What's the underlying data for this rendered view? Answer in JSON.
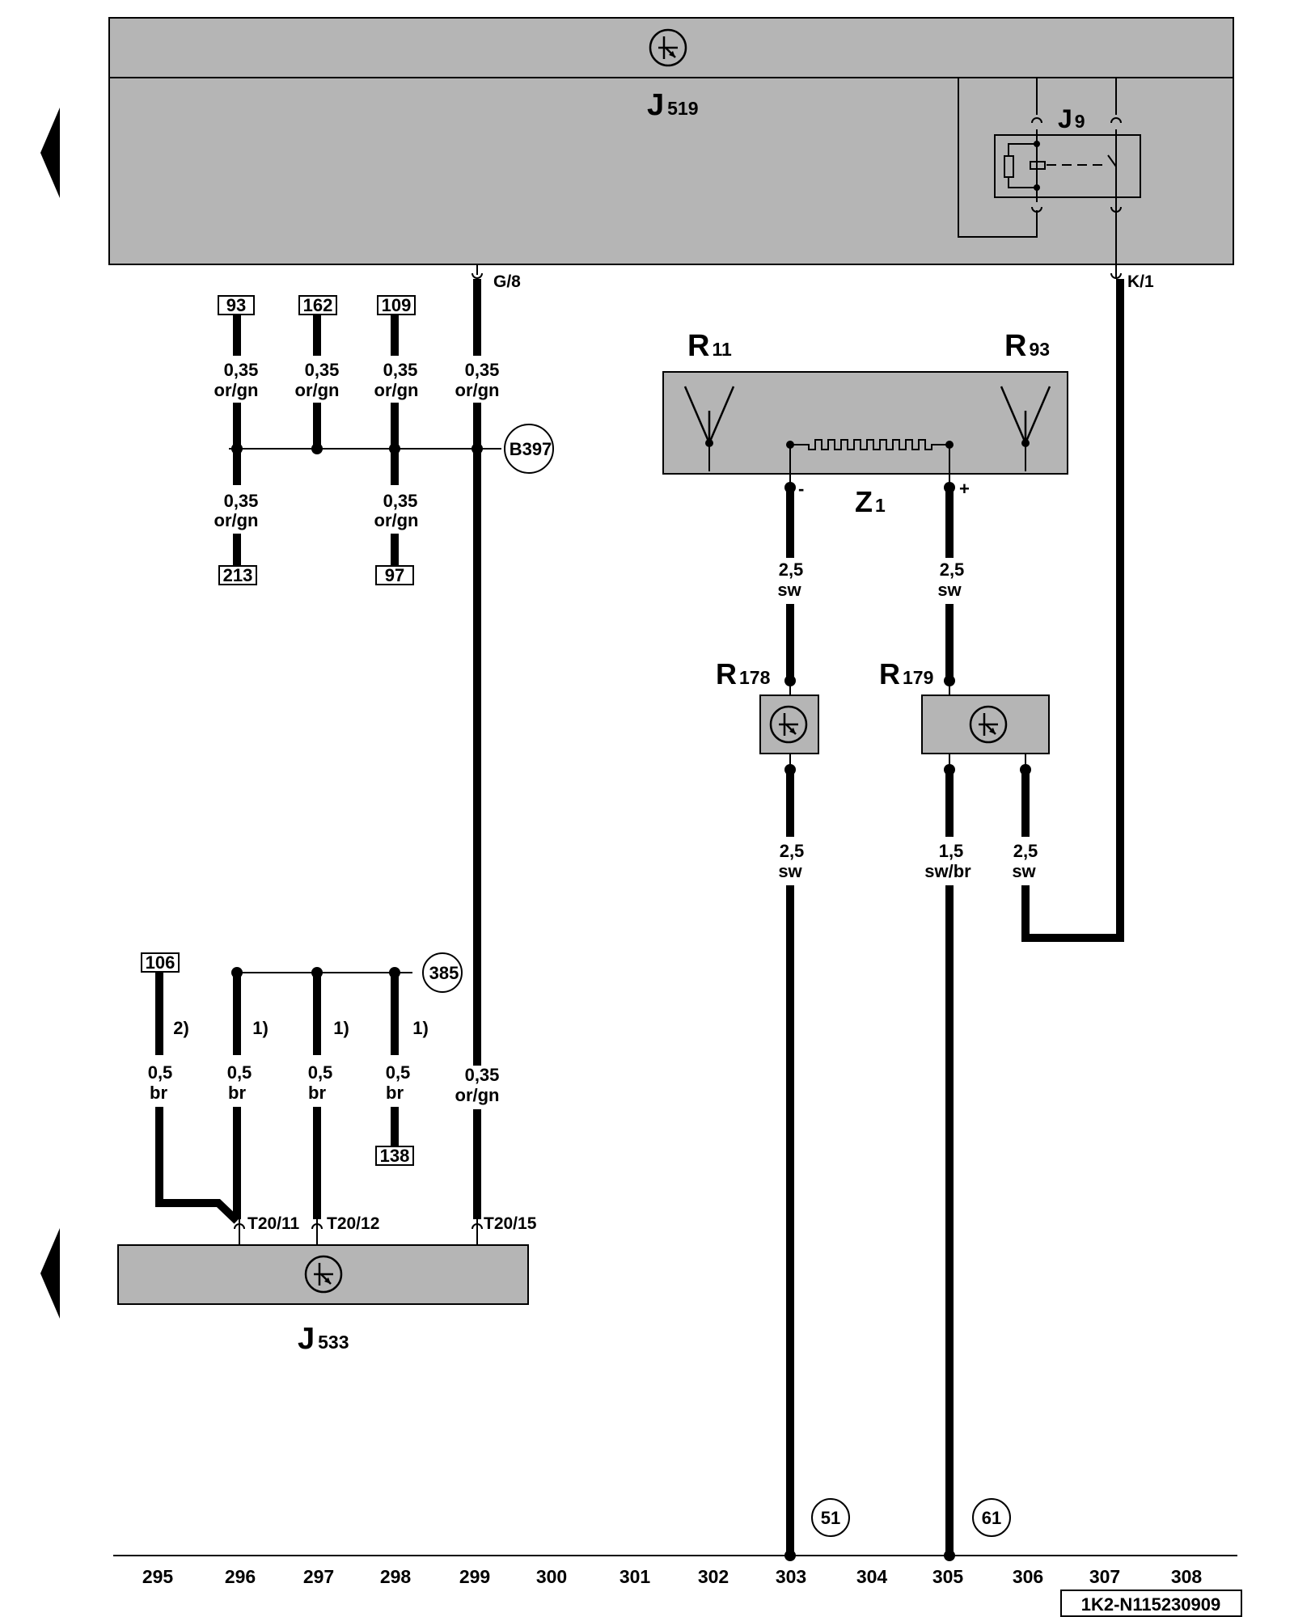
{
  "diagram_id": "1K2-N115230909",
  "components": {
    "J519": {
      "letter": "J",
      "number": "519"
    },
    "J9": {
      "letter": "J",
      "number": "9"
    },
    "R11": {
      "letter": "R",
      "number": "11"
    },
    "R93": {
      "letter": "R",
      "number": "93"
    },
    "Z1": {
      "letter": "Z",
      "number": "1"
    },
    "R178": {
      "letter": "R",
      "number": "178"
    },
    "R179": {
      "letter": "R",
      "number": "179"
    },
    "J533": {
      "letter": "J",
      "number": "533"
    }
  },
  "pins": {
    "j519_g8": "G/8",
    "j519_k1": "K/1",
    "t20_11": "T20/11",
    "t20_12": "T20/12",
    "t20_15": "T20/15",
    "z1_minus": "-",
    "z1_plus": "+"
  },
  "refs": {
    "r93": "93",
    "r162": "162",
    "r109": "109",
    "r213": "213",
    "r97": "97",
    "r106": "106",
    "r138": "138"
  },
  "circles": {
    "b397": "B397",
    "c385": "385",
    "c51": "51",
    "c61": "61"
  },
  "wires": {
    "w93": {
      "size": "0,35",
      "color": "or/gn"
    },
    "w162": {
      "size": "0,35",
      "color": "or/gn"
    },
    "w109": {
      "size": "0,35",
      "color": "or/gn"
    },
    "wg8": {
      "size": "0,35",
      "color": "or/gn"
    },
    "w213": {
      "size": "0,35",
      "color": "or/gn"
    },
    "w97": {
      "size": "0,35",
      "color": "or/gn"
    },
    "wz1m": {
      "size": "2,5",
      "color": "sw"
    },
    "wz1p": {
      "size": "2,5",
      "color": "sw"
    },
    "wr178": {
      "size": "2,5",
      "color": "sw"
    },
    "wr179a": {
      "size": "1,5",
      "color": "sw/br"
    },
    "wr179b": {
      "size": "2,5",
      "color": "sw"
    },
    "w106": {
      "size": "0,5",
      "color": "br"
    },
    "w296": {
      "size": "0,5",
      "color": "br"
    },
    "w297": {
      "size": "0,5",
      "color": "br"
    },
    "w298": {
      "size": "0,5",
      "color": "br"
    },
    "wt15": {
      "size": "0,35",
      "color": "or/gn"
    }
  },
  "footnotes": {
    "f106": "2)",
    "f296": "1)",
    "f297": "1)",
    "f298": "1)"
  },
  "grid_numbers": [
    "295",
    "296",
    "297",
    "298",
    "299",
    "300",
    "301",
    "302",
    "303",
    "304",
    "305",
    "306",
    "307",
    "308"
  ],
  "colors": {
    "module_fill": "#b5b5b5",
    "wire": "#000000"
  }
}
